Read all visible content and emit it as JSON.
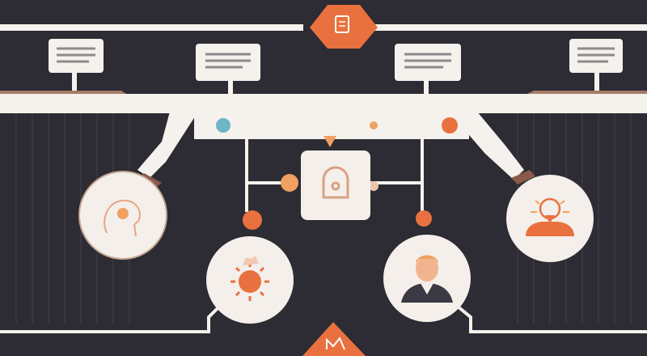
{
  "diagram": {
    "colors": {
      "background": "#2d2b33",
      "stripe": "#3a3640",
      "track": "#f5f1ec",
      "track_shadow": "#8a5a4a",
      "accent_orange": "#e8713f",
      "accent_light_orange": "#f0a060",
      "accent_teal": "#6cb6c6",
      "node_fill": "#f4efea",
      "icon_tan": "#d9a184"
    },
    "top_badge": {
      "icon": "document-icon"
    },
    "bottom_badge": {
      "icon": "chart-icon"
    },
    "note_cards": [
      {
        "id": "note-1",
        "icon": "text-lines-icon"
      },
      {
        "id": "note-2",
        "icon": "text-lines-icon"
      },
      {
        "id": "note-3",
        "icon": "text-lines-icon"
      },
      {
        "id": "note-4",
        "icon": "text-lines-icon"
      }
    ],
    "center_node": {
      "icon": "tag-icon"
    },
    "circle_nodes": [
      {
        "id": "thinker",
        "icon": "head-profile-icon"
      },
      {
        "id": "idea",
        "icon": "sun-icon"
      },
      {
        "id": "person",
        "icon": "person-avatar-icon"
      },
      {
        "id": "team",
        "icon": "team-icon"
      }
    ],
    "progress_line": {
      "from": "teal",
      "to": "orange"
    }
  }
}
